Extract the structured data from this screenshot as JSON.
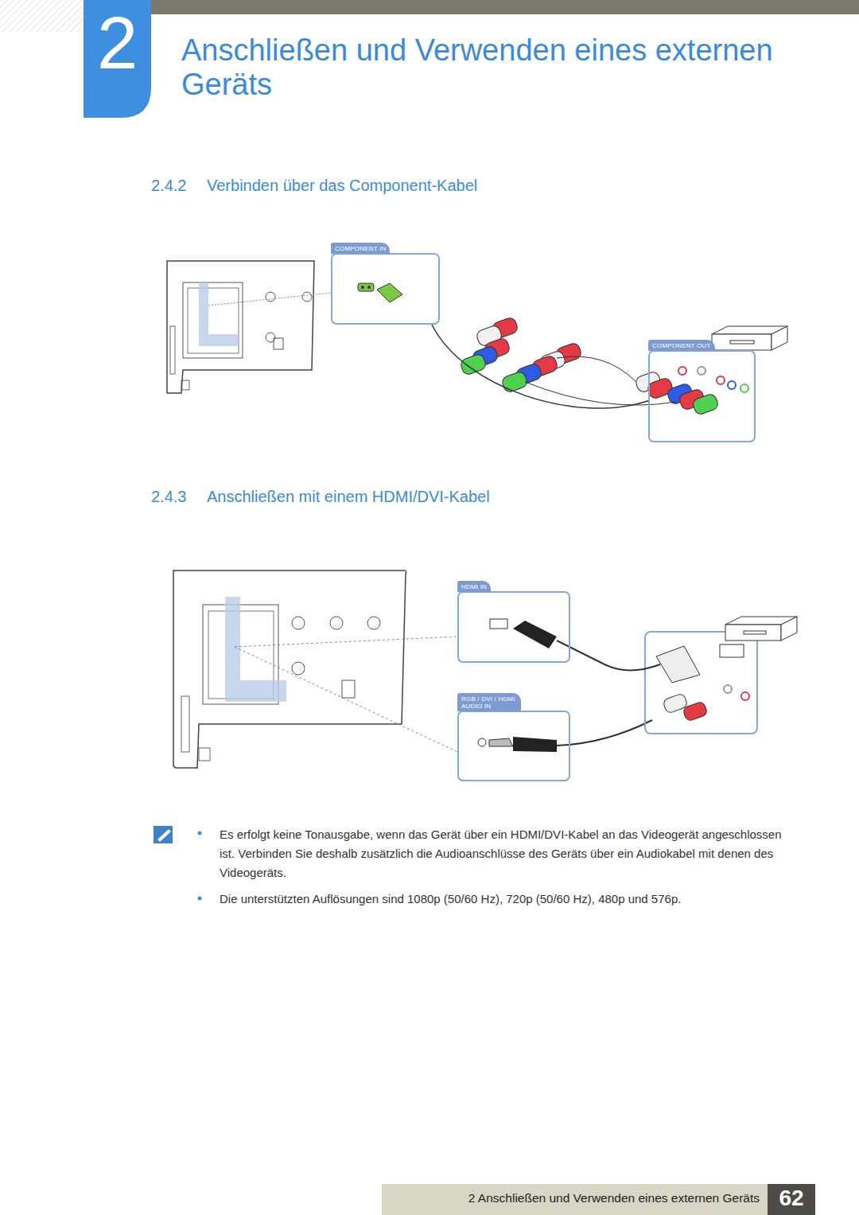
{
  "diagram": {
    "title": "Anschließen und Verwenden eines externen Geräts",
    "nodes": [
      {
        "text": [
          "COMPONENT IN"
        ]
      },
      {
        "text": [
          "COMPONENT OUT"
        ]
      },
      {
        "text": [
          "HDMI IN"
        ]
      },
      {
        "text": [
          "RGB / DVI / HDMI AUDIO IN"
        ]
      }
    ],
    "edges": [
      {
        "from": 0,
        "to": 1,
        "arrow": "none"
      }
    ],
    "labels": [
      "2",
      "2.4.2",
      "Verbinden über das Component-Kabel",
      "2.4.3",
      "Anschließen mit einem HDMI/DVI-Kabel",
      "Es erfolgt keine Tonausgabe, wenn das Gerät über ein HDMI/DVI-Kabel an das Videogerät angeschlossen ist. Verbinden Sie deshalb zusätzlich die Audioanschlüsse des Geräts über ein Audiokabel mit denen des Videogeräts.",
      "Die unterstützten Auflösungen sind 1080p (50/60 Hz), 720p (50/60 Hz), 480p und 576p.",
      "2 Anschließen und Verwenden eines externen Geräts",
      "62"
    ]
  }
}
